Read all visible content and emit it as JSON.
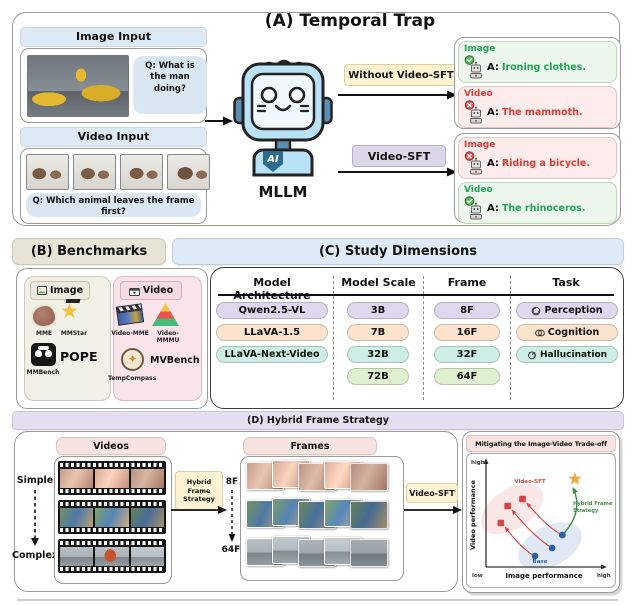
{
  "panel_a": {
    "title": "(A) Temporal Trap",
    "model_label": "MLLM",
    "image_input": {
      "header": "Image Input",
      "q_prefix": "Q:",
      "question": "What is the man doing?"
    },
    "video_input": {
      "header": "Video Input",
      "q_prefix": "Q:",
      "question": "Which animal leaves the frame first?"
    },
    "route_top_label": "Without Video-SFT",
    "route_bottom_label": "Video-SFT",
    "outputs_without_sft": [
      {
        "modality": "Image",
        "status": "correct",
        "a_prefix": "A:",
        "answer": "Ironing clothes."
      },
      {
        "modality": "Video",
        "status": "wrong",
        "a_prefix": "A:",
        "answer": "The mammoth."
      }
    ],
    "outputs_with_sft": [
      {
        "modality": "Image",
        "status": "wrong",
        "a_prefix": "A:",
        "answer": "Riding a bicycle."
      },
      {
        "modality": "Video",
        "status": "correct",
        "a_prefix": "A:",
        "answer": "The rhinoceros."
      }
    ]
  },
  "panel_b": {
    "title": "(B) Benchmarks",
    "image_group": {
      "label": "Image",
      "items": [
        "MME",
        "MMStar",
        "MMBench",
        "POPE"
      ]
    },
    "video_group": {
      "label": "Video",
      "items": [
        "Video-MME",
        "Video-MMMU",
        "TempCompass",
        "MVBench"
      ]
    }
  },
  "panel_c": {
    "title": "(C) Study Dimensions",
    "columns": [
      {
        "header": "Model Architecture",
        "items": [
          "Qwen2.5-VL",
          "LLaVA-1.5",
          "LLaVA-Next-Video"
        ]
      },
      {
        "header": "Model Scale",
        "items": [
          "3B",
          "7B",
          "32B",
          "72B"
        ]
      },
      {
        "header": "Frame",
        "items": [
          "8F",
          "16F",
          "32F",
          "64F"
        ]
      },
      {
        "header": "Task",
        "items": [
          "Perception",
          "Cognition",
          "Hallucination"
        ]
      }
    ]
  },
  "panel_d": {
    "title": "(D) Hybrid Frame Strategy",
    "videos_header": "Videos",
    "frames_header": "Frames",
    "simple_label": "Simple",
    "complex_label": "Complex",
    "hybrid_chip": "Hybrid Frame Strategy",
    "frame_start": "8F",
    "frame_end": "64F",
    "video_sft_label": "Video-SFT"
  },
  "chart_data": {
    "type": "scatter",
    "title": "Mitigating the Image-Video Trade-off",
    "xlabel": "Image performance",
    "ylabel": "Video performance",
    "x_ticks": [
      "low",
      "high"
    ],
    "y_ticks": [
      "low",
      "high"
    ],
    "axis_range": [
      0,
      1
    ],
    "grid": false,
    "legend_position": "inline-annotations",
    "series": [
      {
        "name": "Base",
        "marker": "circle",
        "color": "#2e5fa3",
        "points": [
          [
            0.67,
            0.32
          ],
          [
            0.58,
            0.19
          ],
          [
            0.43,
            0.11
          ]
        ]
      },
      {
        "name": "Video-SFT",
        "marker": "square",
        "color": "#d64545",
        "points": [
          [
            0.32,
            0.68
          ],
          [
            0.19,
            0.61
          ],
          [
            0.13,
            0.44
          ]
        ]
      },
      {
        "name": "Hybrid Frame Strategy",
        "marker": "star",
        "color": "#f5a83c",
        "points": [
          [
            0.78,
            0.88
          ]
        ]
      }
    ],
    "arrows": [
      {
        "from": "Base.0",
        "to": "Video-SFT.0",
        "color": "#d64545"
      },
      {
        "from": "Base.1",
        "to": "Video-SFT.1",
        "color": "#d64545"
      },
      {
        "from": "Base.2",
        "to": "Video-SFT.2",
        "color": "#d64545"
      },
      {
        "from": "Base.0",
        "to": "Hybrid Frame Strategy.0",
        "color": "#3e8e41"
      }
    ],
    "annotations": [
      {
        "text": "Video-SFT",
        "color": "#d64545"
      },
      {
        "text": "Base",
        "color": "#2e5fa3"
      },
      {
        "text": "Hybrid Frame\nStrategy",
        "color": "#3e8e41"
      }
    ]
  },
  "colors": {
    "correct_green": "#1fa558",
    "wrong_red": "#e23b32",
    "pill_purple": "#ded7ed",
    "pill_peach": "#fbe3cd",
    "pill_teal": "#cdeee6",
    "pill_green": "#dff0d0",
    "chip_yellow": "#fdf3d3",
    "chip_lavender": "#ddd6e9",
    "header_tan": "#e8e4d5",
    "header_blue": "#dcebf7",
    "header_lavender": "#e5def1",
    "header_pink": "#f6e2df"
  }
}
